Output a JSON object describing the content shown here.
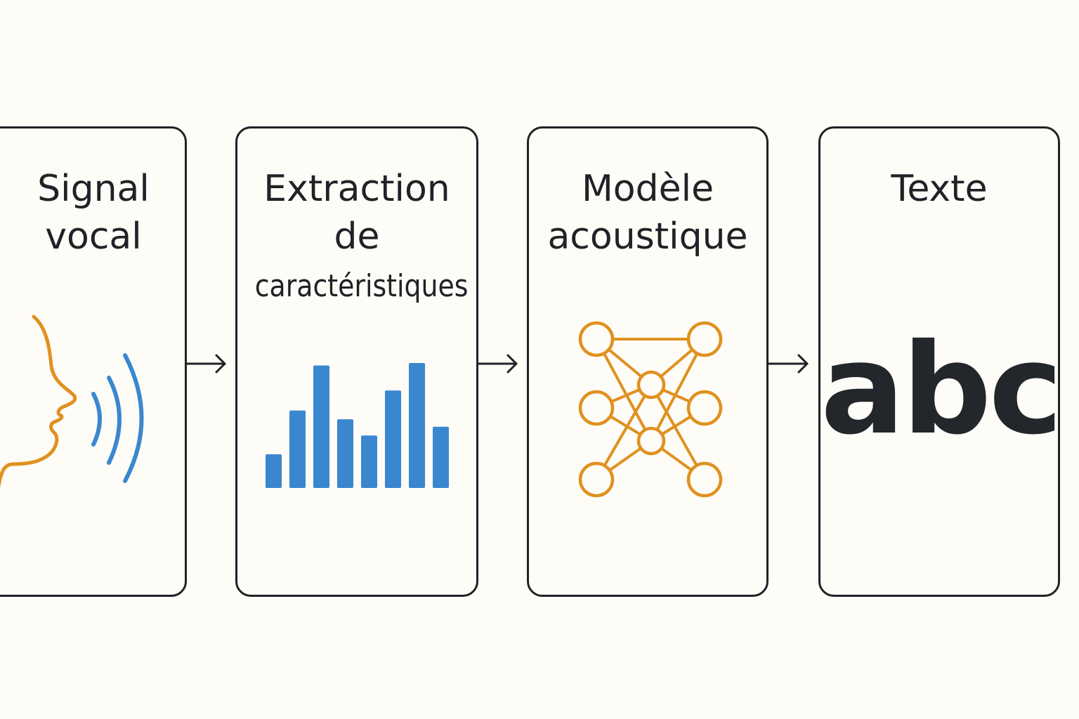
{
  "colors": {
    "background": "#fdfcf7",
    "border": "#1f2226",
    "accent_orange": "#e0911f",
    "accent_blue": "#3a87d0",
    "text": "#1f2226"
  },
  "steps": [
    {
      "title_lines": [
        "Signal",
        "vocal"
      ],
      "icon": "speaking-face-icon"
    },
    {
      "title_lines": [
        "Extraction",
        "de",
        "caractéristiques"
      ],
      "icon": "bar-chart-icon",
      "bars": [
        0.27,
        0.62,
        0.98,
        0.55,
        0.42,
        0.78,
        1.0,
        0.49
      ]
    },
    {
      "title_lines": [
        "Modèle",
        "acoustique"
      ],
      "icon": "neural-network-icon"
    },
    {
      "title_lines": [
        "Texte"
      ],
      "icon_text": "abc"
    }
  ]
}
